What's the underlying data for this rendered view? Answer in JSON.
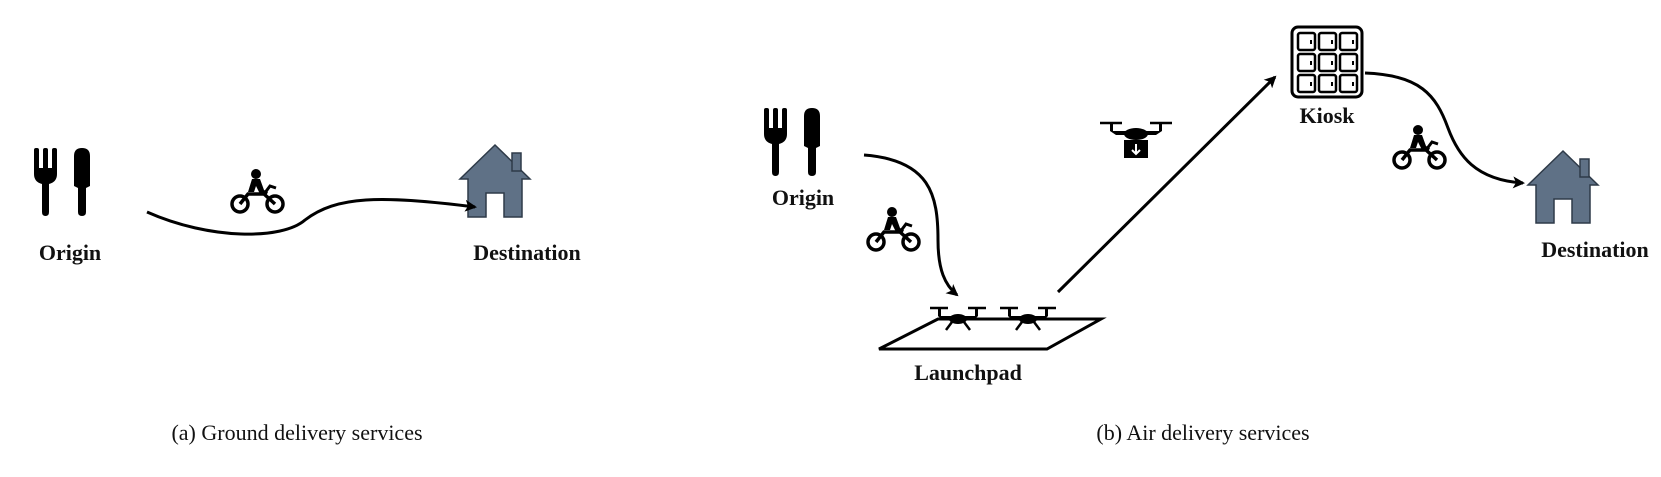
{
  "panel_a": {
    "origin_label": "Origin",
    "destination_label": "Destination",
    "caption": "(a) Ground delivery services"
  },
  "panel_b": {
    "origin_label": "Origin",
    "launchpad_label": "Launchpad",
    "kiosk_label": "Kiosk",
    "destination_label": "Destination",
    "caption": "(b) Air delivery services"
  },
  "colors": {
    "house": "#5f7186",
    "ink": "#000000"
  },
  "icons": [
    "utensils-icon",
    "house-icon",
    "motorbike-icon",
    "drone-icon",
    "parcel-drone-icon",
    "kiosk-locker-icon",
    "launchpad-icon"
  ]
}
